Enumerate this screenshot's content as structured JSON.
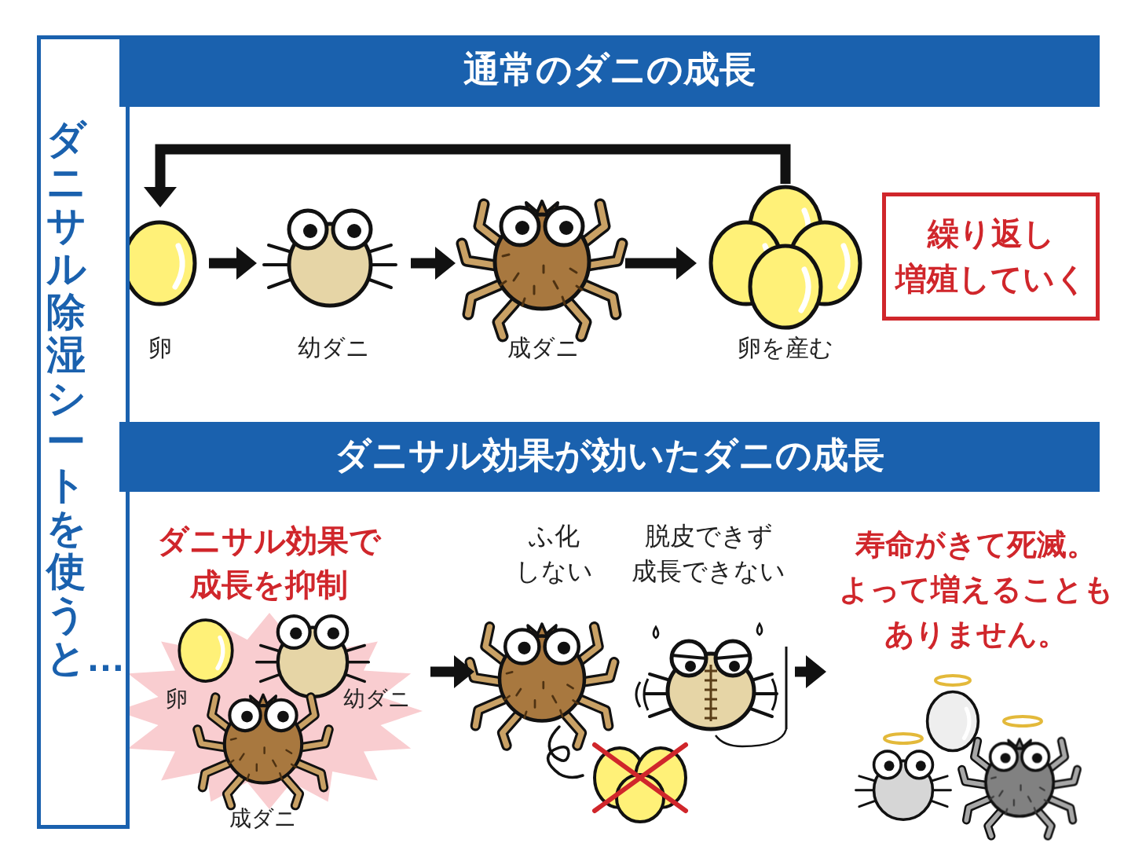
{
  "diagram": {
    "nodes": [
      {
        "text": [
          "ダニサル除湿シートを使うと…"
        ]
      },
      {
        "text": [
          "通常のダニの成長"
        ]
      },
      {
        "text": [
          "卵"
        ]
      },
      {
        "text": [
          "幼ダニ"
        ]
      },
      {
        "text": [
          "成ダニ"
        ]
      },
      {
        "text": [
          "卵を産む"
        ]
      },
      {
        "text": [
          "繰り返し 増殖していく"
        ]
      },
      {
        "text": [
          "ダニサル効果が効いたダニの成長"
        ]
      },
      {
        "text": [
          "ダニサル効果で 成長を抑制",
          "卵",
          "幼ダニ",
          "成ダニ"
        ]
      },
      {
        "text": [
          "ふ化 しない",
          "脱皮できず 成長できない"
        ]
      },
      {
        "text": [
          "寿命がきて死滅。 よって増えることも ありません。"
        ]
      }
    ],
    "edges": [
      {
        "from": 2,
        "to": 3,
        "arrow": "to"
      },
      {
        "from": 3,
        "to": 4,
        "arrow": "to"
      },
      {
        "from": 4,
        "to": 5,
        "arrow": "to"
      },
      {
        "from": 5,
        "to": 2,
        "arrow": "to"
      },
      {
        "from": 8,
        "to": 9,
        "arrow": "to"
      },
      {
        "from": 9,
        "to": 10,
        "arrow": "to"
      }
    ]
  }
}
